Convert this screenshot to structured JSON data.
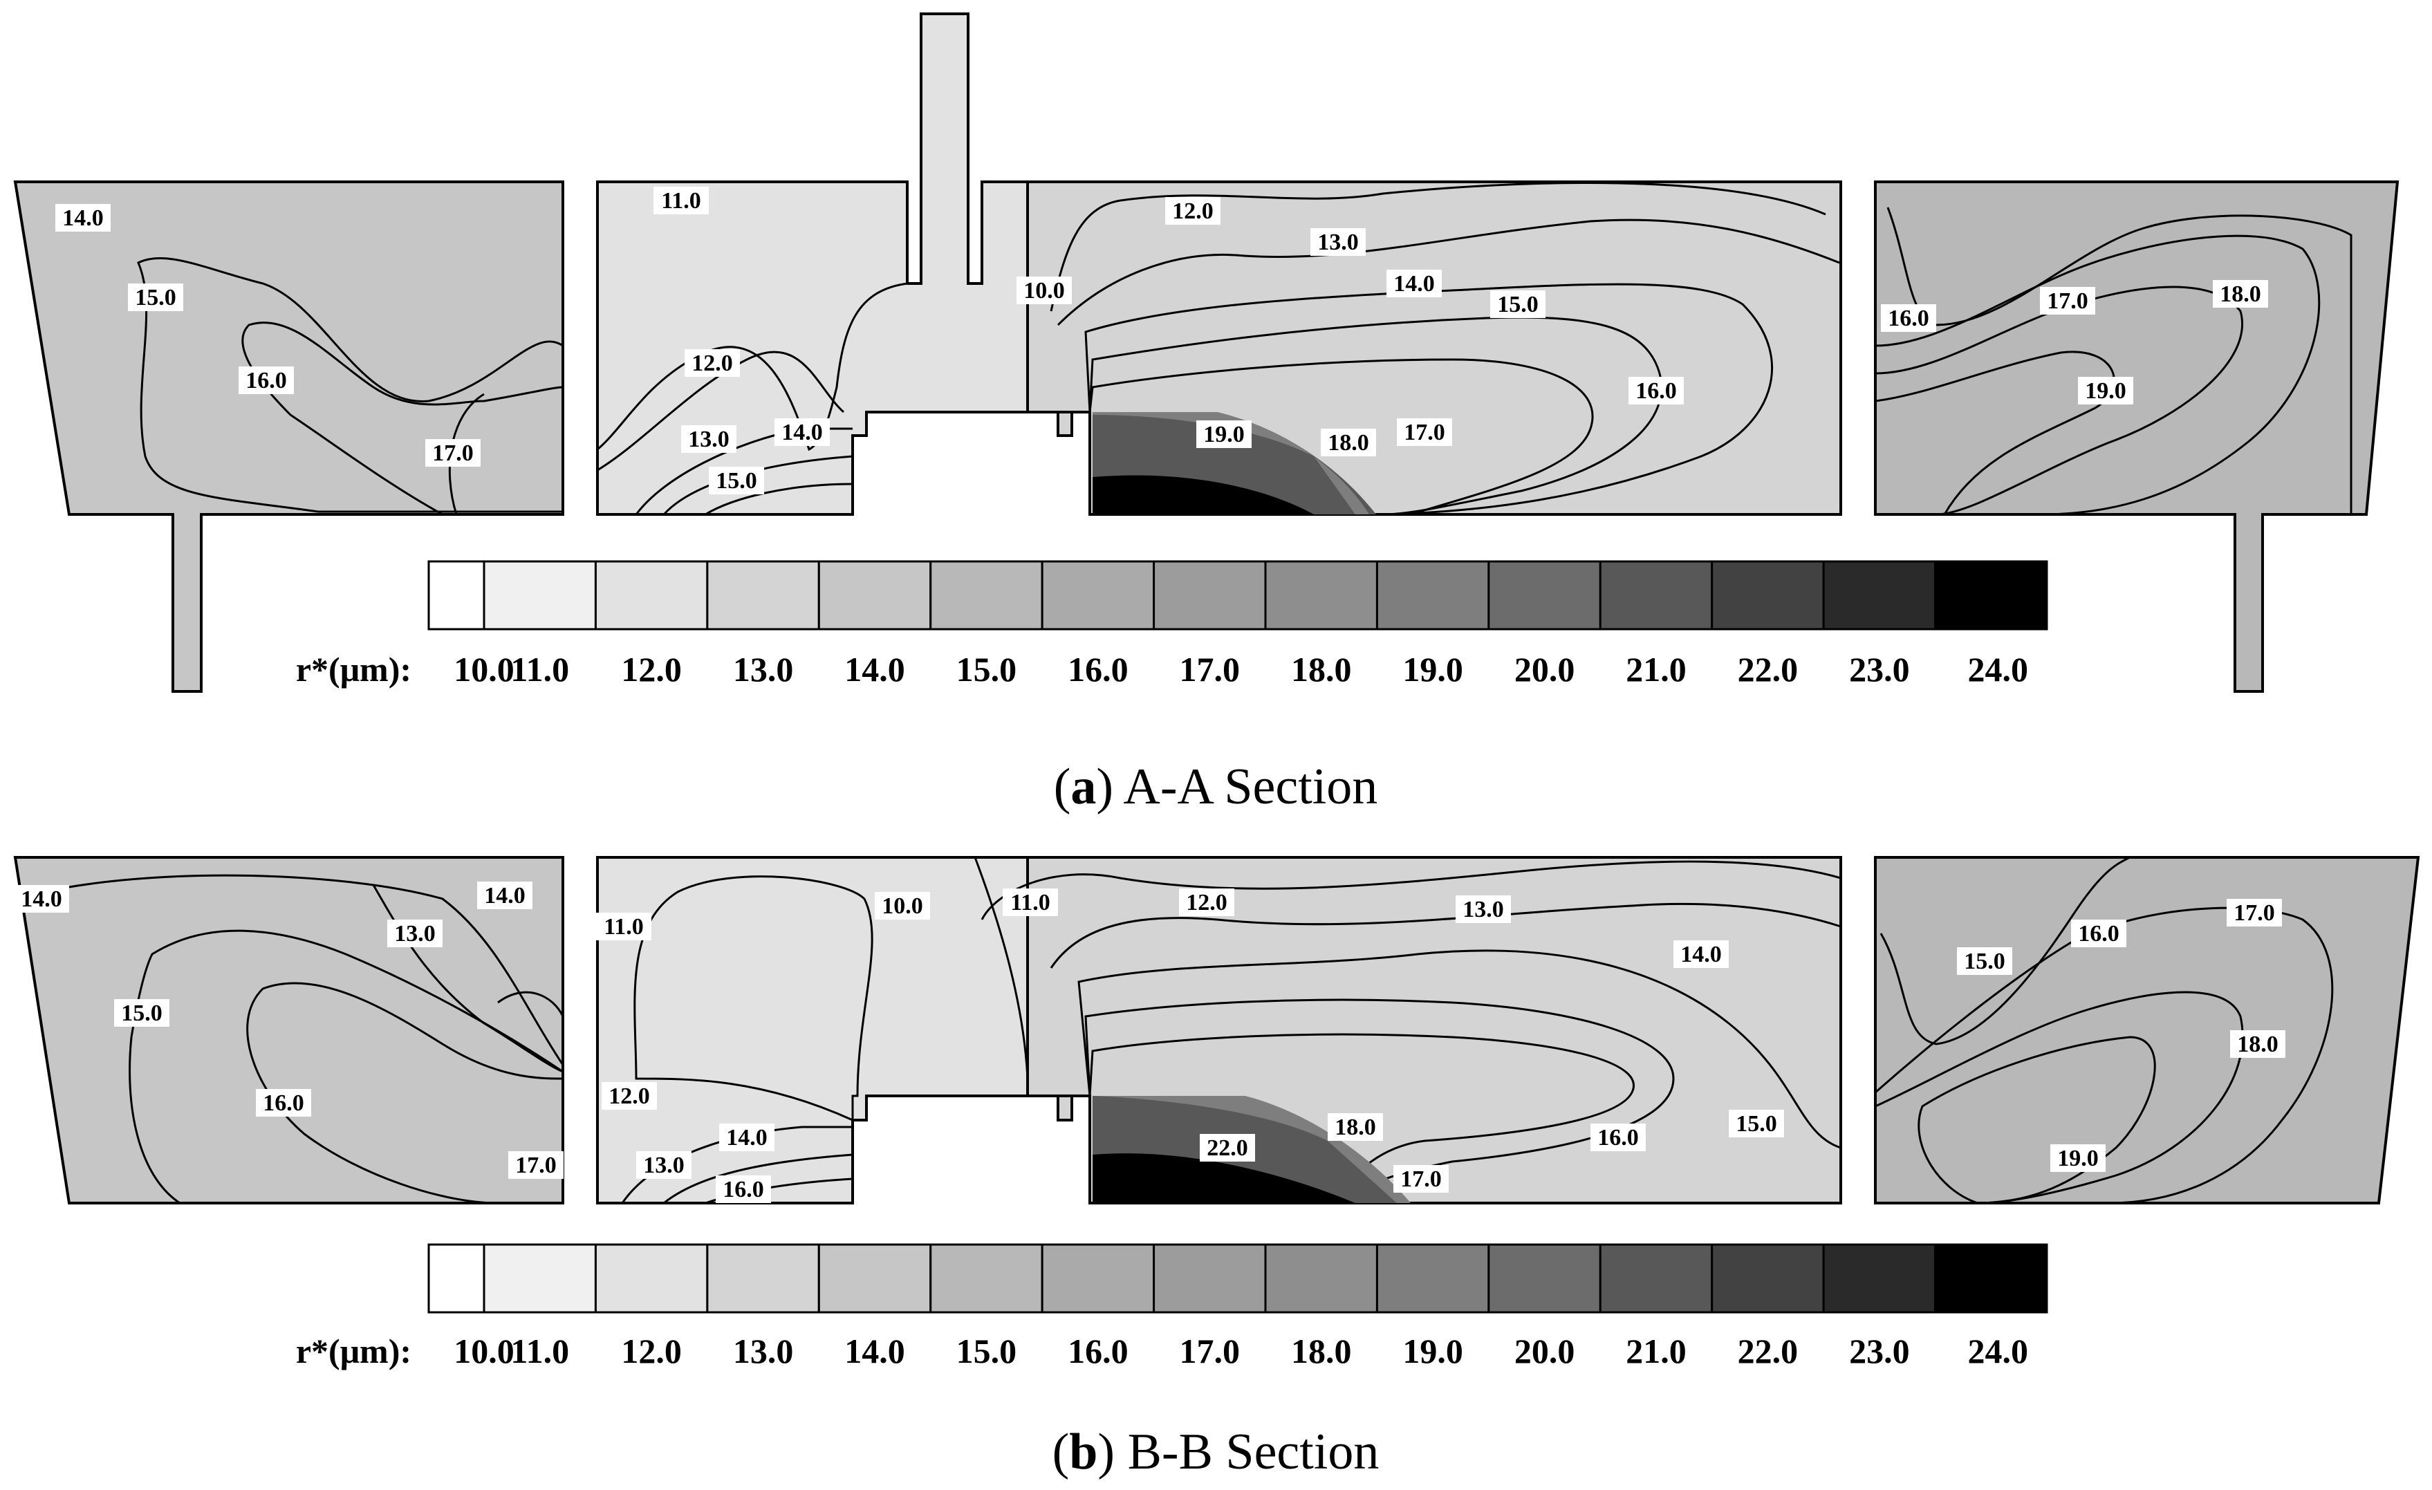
{
  "sections": [
    {
      "id": "a",
      "caption_letter": "a",
      "caption_text": "A-A Section",
      "left_labels": [
        "14.0",
        "15.0",
        "16.0",
        "17.0"
      ],
      "mid_labels": [
        "11.0",
        "12.0",
        "13.0",
        "14.0",
        "15.0"
      ],
      "right_labels": [
        "12.0",
        "13.0",
        "10.0",
        "14.0",
        "15.0",
        "16.0",
        "19.0",
        "18.0",
        "17.0"
      ],
      "far_labels": [
        "16.0",
        "17.0",
        "18.0",
        "19.0"
      ]
    },
    {
      "id": "b",
      "caption_letter": "b",
      "caption_text": "B-B Section",
      "left_labels": [
        "14.0",
        "14.0",
        "13.0",
        "15.0",
        "16.0",
        "17.0"
      ],
      "mid_labels": [
        "11.0",
        "10.0",
        "12.0",
        "13.0",
        "14.0",
        "16.0"
      ],
      "right_labels": [
        "11.0",
        "12.0",
        "13.0",
        "14.0",
        "15.0",
        "16.0",
        "22.0",
        "18.0",
        "17.0"
      ],
      "far_labels": [
        "15.0",
        "16.0",
        "17.0",
        "18.0",
        "19.0"
      ]
    }
  ],
  "colorbar": {
    "title": "r*(μm):",
    "ticks": [
      "10.0",
      "11.0",
      "12.0",
      "13.0",
      "14.0",
      "15.0",
      "16.0",
      "17.0",
      "18.0",
      "19.0",
      "20.0",
      "21.0",
      "22.0",
      "23.0",
      "24.0"
    ],
    "colors": [
      "#ffffff",
      "#f0f0f0",
      "#e2e2e2",
      "#d4d4d4",
      "#c6c6c6",
      "#b8b8b8",
      "#aaaaaa",
      "#9c9c9c",
      "#8e8e8e",
      "#7e7e7e",
      "#6c6c6c",
      "#585858",
      "#424242",
      "#2a2a2a",
      "#000000"
    ]
  },
  "fills": {
    "left_base": "#c6c6c6",
    "left_inner": "#b8b8b8",
    "left_core": "#aaaaaa",
    "mid_base": "#e2e2e2",
    "mid_light": "#f0f0f0",
    "right_base": "#d4d4d4",
    "right_mid": "#c6c6c6",
    "right_inner": "#b8b8b8",
    "right_core": "#aaaaaa",
    "far_base": "#b8b8b8",
    "far_inner": "#aaaaaa",
    "far_core": "#9c9c9c",
    "far_deep": "#8e8e8e"
  }
}
